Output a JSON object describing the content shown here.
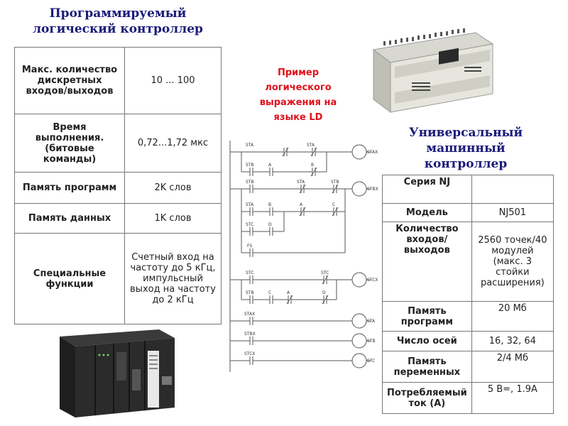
{
  "plc": {
    "title_line1": "Программируемый",
    "title_line2": "логический контроллер",
    "rows": [
      {
        "key": "Макс. количество дискретных входов/выходов",
        "value": "10 ... 100"
      },
      {
        "key": "Время выполнения. (битовые команды)",
        "value": "0,72...1,72 мкс"
      },
      {
        "key": "Память программ",
        "value": "2K слов"
      },
      {
        "key": "Память данных",
        "value": "1K слов"
      },
      {
        "key": "Специальные функции",
        "value": "Счетный вход на частоту до 5 кГц, импульсный выход на частоту до 2 кГц"
      }
    ]
  },
  "ld_example": {
    "caption_line1": "Пример",
    "caption_line2": "логического",
    "caption_line3": "выражения на",
    "caption_line4": "языке LD",
    "labels": {
      "sta": "STA",
      "stb": "STB",
      "stc": "STC",
      "fs": "FS",
      "stax": "STAX",
      "stbx": "STBX",
      "stcx": "STCX",
      "a": "A",
      "b": "B",
      "c": "C",
      "d": "D"
    }
  },
  "umc": {
    "title_line1": "Универсальный",
    "title_line2": "машинный",
    "title_line3": "контроллер",
    "rows": [
      {
        "key": "Серия NJ",
        "value": ""
      },
      {
        "key": "Модель",
        "value": "NJ501"
      },
      {
        "key": "Количество входов/выходов",
        "value": "2560 точек/40 модулей (макс. 3 стойки расширения)"
      },
      {
        "key": "Память программ",
        "value": "20 Мб"
      },
      {
        "key": "Число осей",
        "value": "16, 32, 64"
      },
      {
        "key": "Память переменных",
        "value": "2/4 Мб"
      },
      {
        "key": "Потребляемый ток (А)",
        "value": "5 В=, 1.9А"
      }
    ]
  },
  "colors": {
    "title": "#1a1a7a",
    "ld_caption": "#e0101a",
    "border": "#777777"
  }
}
